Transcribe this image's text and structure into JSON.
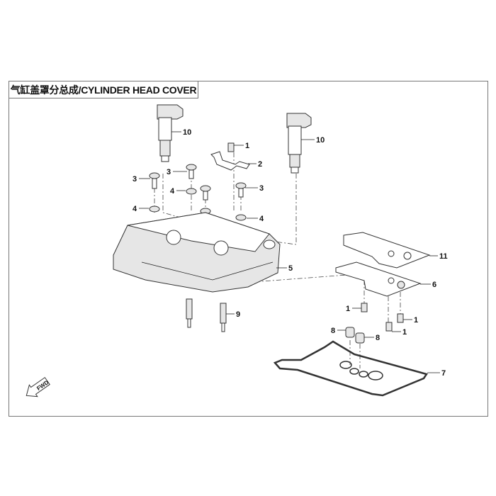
{
  "title": "气缸盖罩分总成/CYLINDER HEAD COVER",
  "fwd_label": "FWD",
  "callouts": {
    "ignition_coil_left": "10",
    "ignition_coil_right": "10",
    "bolt_bracket": "1",
    "bracket": "2",
    "bolt_left": "3",
    "bolt_mid": "3",
    "bolt_right": "3",
    "washer_left": "4",
    "washer_mid": "4",
    "washer_right": "4",
    "head_cover": "5",
    "spark_plug": "9",
    "heat_shield_upper": "11",
    "heat_shield_lower": "6",
    "bolt_shield_left": "1",
    "bolt_shield_right": "1",
    "bolt_shield_bottom": "1",
    "seal_left": "8",
    "seal_right": "8",
    "gasket": "7"
  }
}
